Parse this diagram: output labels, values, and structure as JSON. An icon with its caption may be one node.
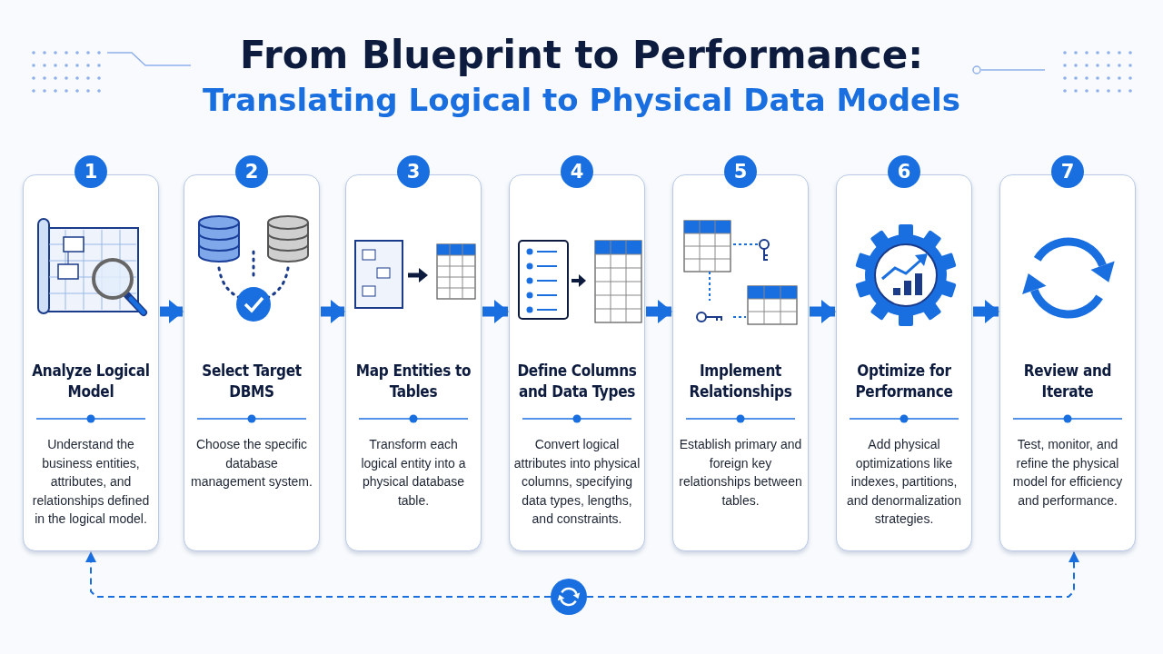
{
  "diagram": {
    "title": "From Blueprint to Performance:",
    "caption": "Translating Logical to Physical Data Models",
    "nodes": [
      {
        "text": [
          "1",
          "Analyze Logical Model",
          "Understand the business entities, attributes, and relationships defined in the logical model."
        ]
      },
      {
        "text": [
          "2",
          "Select Target DBMS",
          "Choose the specific database management system."
        ]
      },
      {
        "text": [
          "3",
          "Map Entities to Tables",
          "Transform each logical entity into a physical database table."
        ]
      },
      {
        "text": [
          "4",
          "Define Columns and Data Types",
          "Convert logical attributes into physical columns, specifying data types, lengths, and constraints."
        ]
      },
      {
        "text": [
          "5",
          "Implement Relationships",
          "Establish primary and foreign key relationships between tables."
        ]
      },
      {
        "text": [
          "6",
          "Optimize for Performance",
          "Add physical optimizations like indexes, partitions, and denormalization strategies."
        ]
      },
      {
        "text": [
          "7",
          "Review and Iterate",
          "Test, monitor, and refine the physical model for efficiency and performance."
        ]
      },
      {
        "text": [],
        "shape": "circle"
      }
    ],
    "edges": [
      {
        "from": 0,
        "to": 1,
        "arrow": "to"
      },
      {
        "from": 1,
        "to": 2,
        "arrow": "to"
      },
      {
        "from": 2,
        "to": 3,
        "arrow": "to"
      },
      {
        "from": 3,
        "to": 4,
        "arrow": "to"
      },
      {
        "from": 4,
        "to": 5,
        "arrow": "to"
      },
      {
        "from": 5,
        "to": 6,
        "arrow": "to"
      },
      {
        "from": 7,
        "to": 0,
        "arrow": "to",
        "style": "dashed"
      },
      {
        "from": 7,
        "to": 6,
        "arrow": "to",
        "style": "dashed"
      }
    ]
  }
}
